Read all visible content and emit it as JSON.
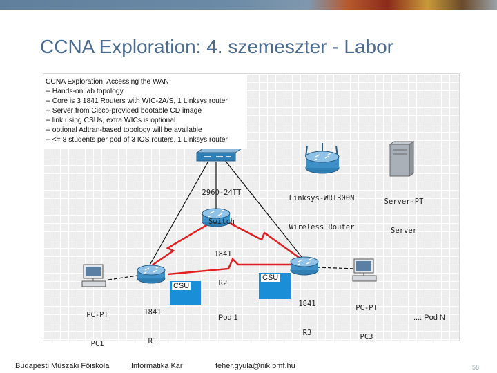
{
  "slide": {
    "title": "CCNA Exploration: 4. szemeszter - Labor",
    "page_number": "58"
  },
  "notes": [
    "CCNA Exploration: Accessing the WAN",
    "-- Hands-on lab topology",
    "-- Core is 3 1841 Routers with WIC-2A/S, 1 Linksys router",
    "-- Server from Cisco-provided bootable CD image",
    "-- link using CSUs, extra WICs is optional",
    "-- optional Adtran-based topology will be available",
    "-- <= 8 students per pod of 3 IOS routers, 1 Linksys router"
  ],
  "devices": {
    "switch": {
      "line1": "2960-24TT",
      "line2": "Switch",
      "icon": "switch-icon"
    },
    "wireless_router": {
      "line1": "Linksys-WRT300N",
      "line2": "Wireless Router",
      "icon": "wireless-router-icon"
    },
    "server": {
      "line1": "Server-PT",
      "line2": "Server",
      "icon": "server-icon"
    },
    "r2": {
      "line1": "1841",
      "line2": "R2",
      "icon": "router-icon"
    },
    "r1": {
      "line1": "1841",
      "line2": "R1",
      "icon": "router-icon"
    },
    "r3": {
      "line1": "1841",
      "line2": "R3",
      "icon": "router-icon"
    },
    "pc1": {
      "line1": "PC-PT",
      "line2": "PC1",
      "icon": "pc-icon"
    },
    "pc3": {
      "line1": "PC-PT",
      "line2": "PC3",
      "icon": "pc-icon"
    }
  },
  "csu_left": "CSU",
  "csu_right": "CSU",
  "pod_label": "Pod 1",
  "podn_label": ".... Pod N",
  "footer": {
    "school": "Budapesti Műszaki Főiskola",
    "dept": "Informatika Kar",
    "email": "feher.gyula@nik.bmf.hu"
  },
  "colors": {
    "title": "#4b6b8f",
    "serial_link": "#e02020",
    "csu": "#1a8fd8",
    "router": "#2f7fb5"
  }
}
